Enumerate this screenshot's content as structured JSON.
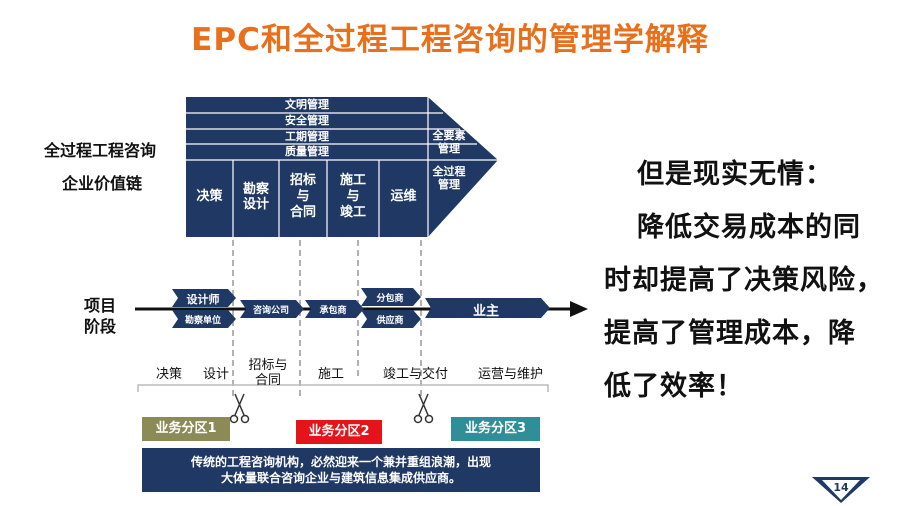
{
  "slide": {
    "title": "EPC和全过程工程咨询的管理学解释",
    "page_number": "14"
  },
  "value_chain": {
    "label_line1": "全过程工程咨询",
    "label_line2": "企业价值链",
    "top_rows": [
      "文明管理",
      "安全管理",
      "工期管理",
      "质量管理"
    ],
    "stages": [
      "决策",
      "勘察\n设计",
      "招标\n与\n合同",
      "施工\n与\n竣工",
      "运维"
    ],
    "arrow_top": "全要素\n管理",
    "arrow_bottom": "全过程\n管理"
  },
  "project_stage": {
    "label_line1": "项目",
    "label_line2": "阶段",
    "actors": {
      "designer": "设计师",
      "surveyor": "勘察单位",
      "consultant": "咨询公司",
      "contractor": "承包商",
      "subcontractor": "分包商",
      "supplier": "供应商",
      "owner": "业主"
    },
    "phases": [
      "决策",
      "设计",
      "招标与\n合同",
      "施工",
      "竣工与交付",
      "运营与维护"
    ]
  },
  "zones": {
    "zone1": "业务分区1",
    "zone2": "业务分区2",
    "zone3": "业务分区3",
    "zone1_color": "#8c8a57",
    "zone2_color": "#e5141b",
    "zone3_color": "#2f8e97"
  },
  "footnote": "传统的工程咨询机构，必然迎来一个兼并重组浪潮，出现\n大体量联合咨询企业与建筑信息集成供应商。",
  "right_text": {
    "line1": "但是现实无情：",
    "line2": "降低交易成本的同",
    "line3": "时却提高了决策风险，",
    "line4": "提高了管理成本，降",
    "line5": "低了效率！"
  },
  "colors": {
    "title": "#e8701c",
    "navy": "#1f3864",
    "navy_dark": "#1b2d55"
  }
}
